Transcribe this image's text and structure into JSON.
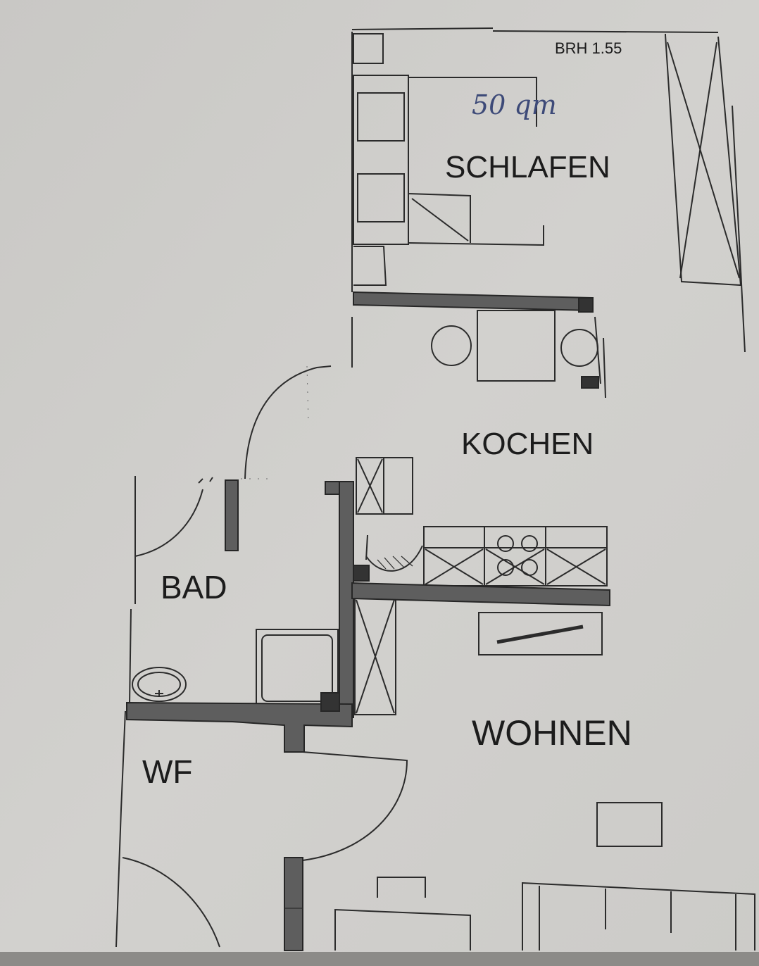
{
  "plan": {
    "sill_height_note": "BRH 1.55",
    "area_note": "50 qm",
    "rooms": {
      "schlafen": "SCHLAFEN",
      "kochen": "KOCHEN",
      "bad": "BAD",
      "wohnen": "WOHNEN",
      "wf": "WF"
    },
    "colors": {
      "paper": "#cfcecb",
      "wall": "#5e5e5e",
      "line": "#2b2b2b",
      "handwriting": "#3d4a78"
    }
  }
}
